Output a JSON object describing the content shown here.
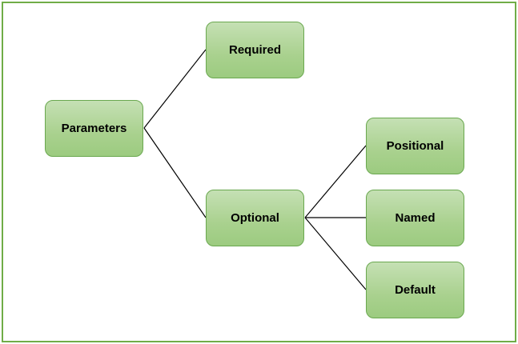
{
  "diagram": {
    "root": {
      "label": "Parameters"
    },
    "branches": {
      "required": {
        "label": "Required"
      },
      "optional": {
        "label": "Optional",
        "children": [
          {
            "label": "Positional"
          },
          {
            "label": "Named"
          },
          {
            "label": "Default"
          }
        ]
      }
    },
    "colors": {
      "border": "#70ad47",
      "node_fill": "#a9d18e",
      "connector": "#000000"
    }
  }
}
